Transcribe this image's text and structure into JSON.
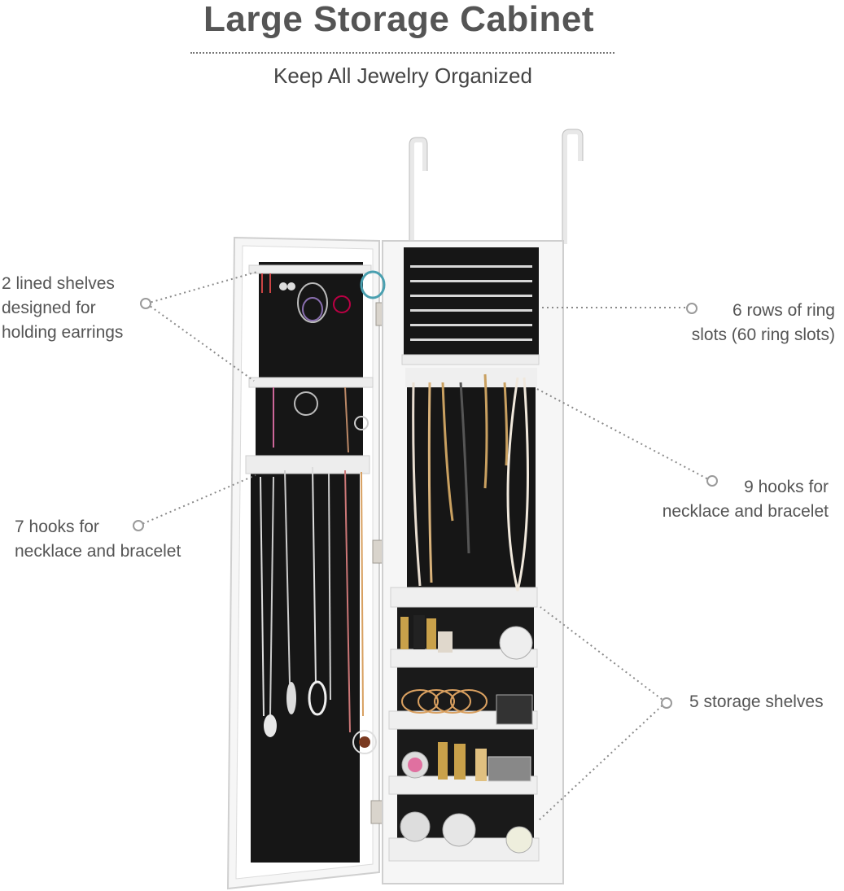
{
  "title": "Large Storage Cabinet",
  "subtitle": "Keep All Jewelry Organized",
  "callouts": {
    "earring_shelves": {
      "line1": "2 lined shelves",
      "line2": "designed for",
      "line3": "holding earrings"
    },
    "left_hooks": {
      "line1": "7 hooks for",
      "line2": "necklace and bracelet"
    },
    "ring_slots": {
      "line1": "6 rows of ring",
      "line2": "slots (60 ring slots)"
    },
    "right_hooks": {
      "line1": "9 hooks for",
      "line2": "necklace and bracelet"
    },
    "storage_shelves": {
      "line1": "5 storage shelves"
    }
  },
  "colors": {
    "cabinet_white": "#f4f4f4",
    "velvet_black": "#151515",
    "callout_gray": "#777777",
    "text_gray": "#555555"
  }
}
